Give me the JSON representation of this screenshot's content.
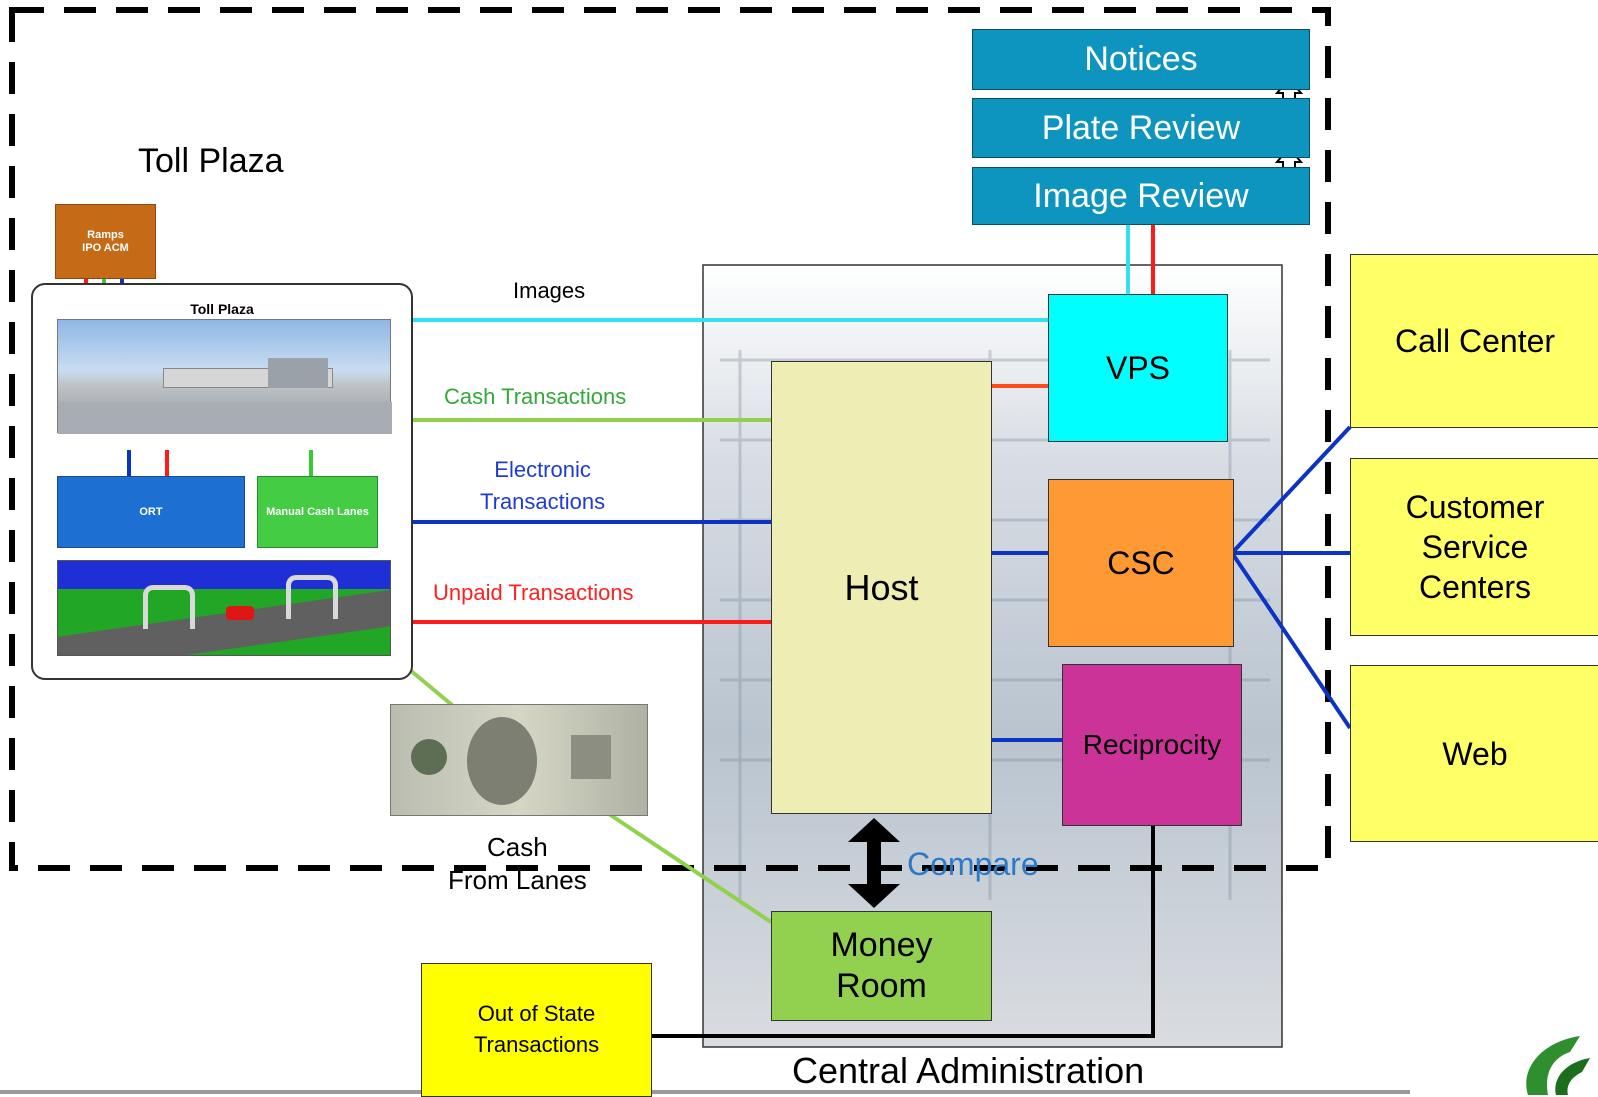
{
  "region_label": "Toll Plaza",
  "ramps_box": "Ramps\nIPO ACM",
  "plaza_card": {
    "title": "Toll Plaza",
    "ort": "ORT",
    "manual": "Manual Cash Lanes"
  },
  "stack": {
    "notices": "Notices",
    "plate_review": "Plate Review",
    "image_review": "Image Review"
  },
  "flows": {
    "images": "Images",
    "cash": "Cash Transactions",
    "electronic": "Electronic\nTransactions",
    "unpaid": "Unpaid Transactions",
    "cash_from_lanes": "Cash\nFrom Lanes",
    "compare": "Compare"
  },
  "systems": {
    "host": "Host",
    "vps": "VPS",
    "csc": "CSC",
    "reciprocity": "Reciprocity",
    "money_room": "Money\nRoom"
  },
  "external": {
    "call_center": "Call Center",
    "customer_service": "Customer\nService\nCenters",
    "web": "Web",
    "out_of_state": "Out of State\nTransactions"
  },
  "footer": "Central Administration",
  "colors": {
    "images_line": "#33e0f0",
    "cash_line": "#92d050",
    "electronic_line": "#0b33c4",
    "unpaid_line": "#ff1a1a",
    "vps": "#00ffff",
    "csc": "#ff9933",
    "reciprocity": "#cc3399",
    "host": "#eeeeb4",
    "money_room": "#92d050",
    "external": "#ffff66",
    "stack": "#0e95bf"
  }
}
